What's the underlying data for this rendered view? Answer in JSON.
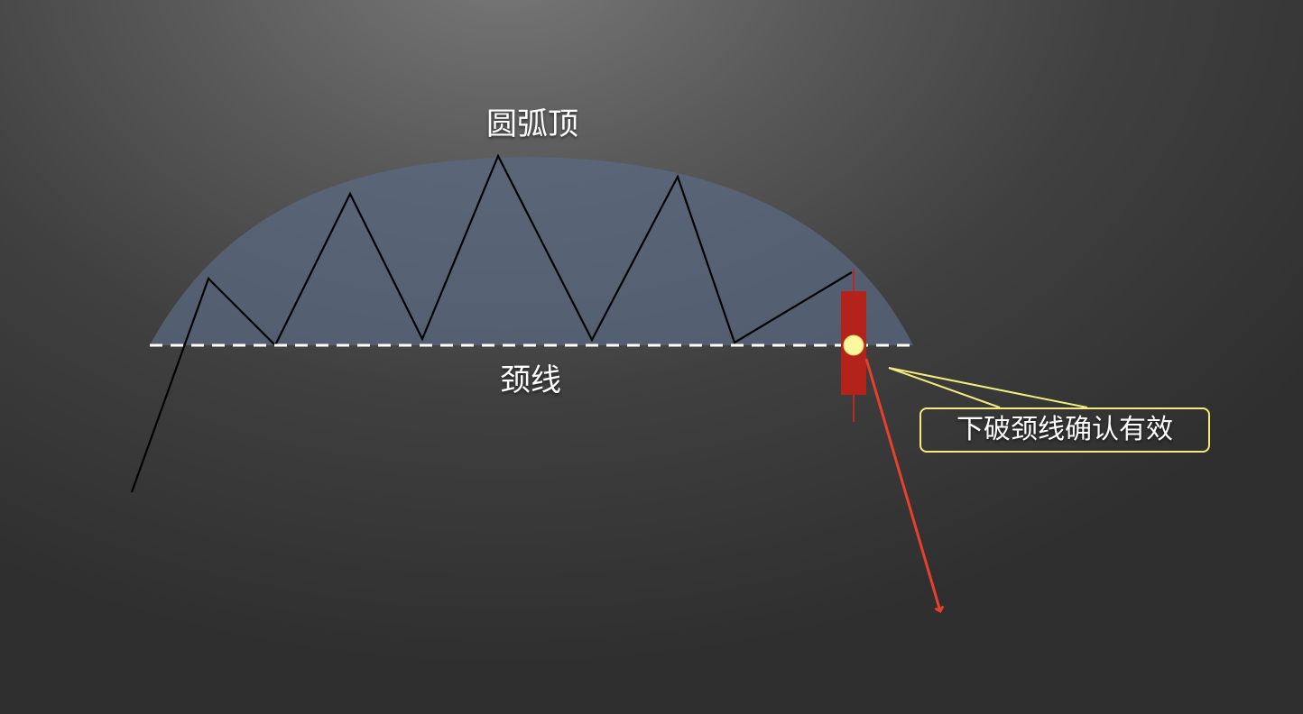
{
  "diagram": {
    "title": "圆弧顶",
    "neckline_label": "颈线",
    "callout_text": "下破颈线确认有效",
    "colors": {
      "arc_fill": "#5a6a82",
      "price_line": "#000000",
      "neckline": "#ffffff",
      "candle_body": "#b3221b",
      "candle_wick": "#c0281f",
      "breakout_dot": "#fbf8a0",
      "callout_border": "#f2ec7c",
      "arrow": "#e8402a"
    },
    "icons": {
      "breakout_marker": "circle-dot",
      "direction": "down-arrow"
    }
  }
}
